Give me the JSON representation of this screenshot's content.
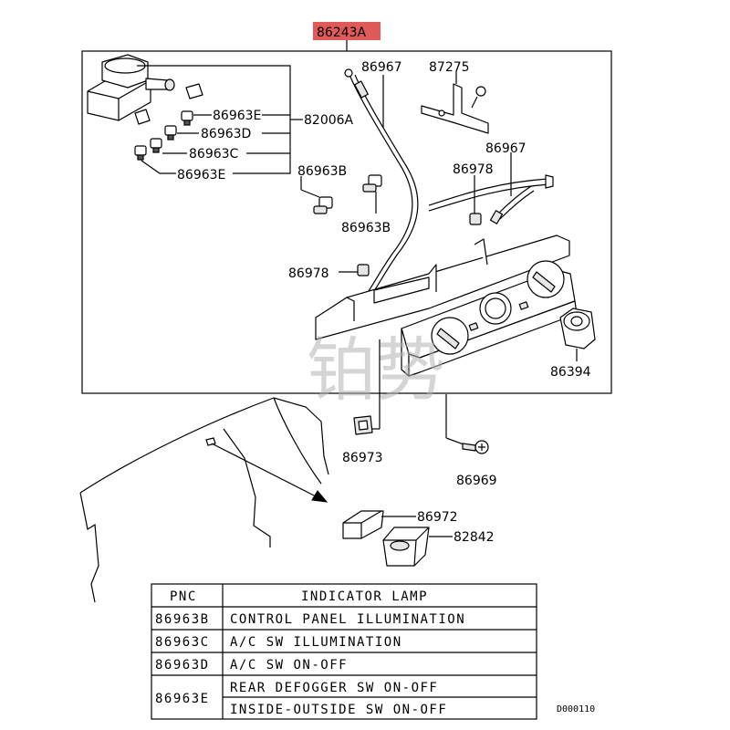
{
  "assembly_number": "86243A",
  "highlight_color": "#e05a5a",
  "callouts": {
    "c86967_top": "86967",
    "c87275": "87275",
    "c86963E_1": "86963E",
    "c82006A": "82006A",
    "c86963D": "86963D",
    "c86963C": "86963C",
    "c86963E_2": "86963E",
    "c86967_right": "86967",
    "c86963B_1": "86963B",
    "c86978_1": "86978",
    "c86963B_2": "86963B",
    "c86978_2": "86978",
    "c86394": "86394",
    "c86973": "86973",
    "c86969": "86969",
    "c86972": "86972",
    "c82842": "82842"
  },
  "watermark": "铂势",
  "table": {
    "headers": [
      "PNC",
      "INDICATOR LAMP"
    ],
    "rows": [
      {
        "pnc": "86963B",
        "desc": [
          "CONTROL PANEL ILLUMINATION"
        ]
      },
      {
        "pnc": "86963C",
        "desc": [
          "A/C SW ILLUMINATION"
        ]
      },
      {
        "pnc": "86963D",
        "desc": [
          "A/C SW ON-OFF"
        ]
      },
      {
        "pnc": "86963E",
        "desc": [
          "REAR DEFOGGER SW ON-OFF",
          "INSIDE-OUTSIDE SW ON-OFF"
        ]
      }
    ]
  },
  "document_code": "D000110"
}
